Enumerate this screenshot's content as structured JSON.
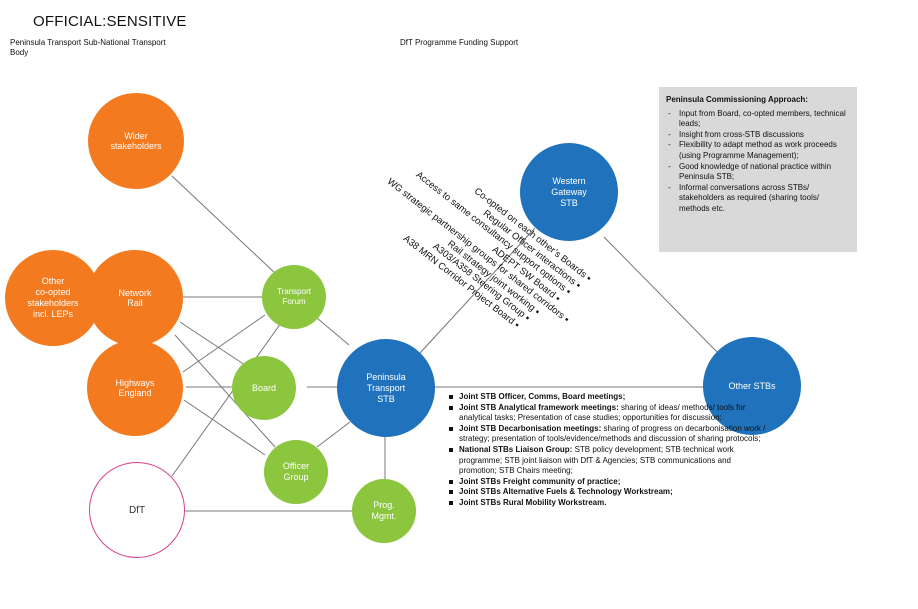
{
  "header": {
    "classification": "OFFICIAL:SENSITIVE",
    "left_title": "Peninsula Transport Sub-National Transport Body",
    "center_title": "DfT Programme Funding Support"
  },
  "nodes": {
    "wider_stakeholders": "Wider\nstakeholders",
    "other_coopted": "Other\nco-opted\nstakeholders\nincl. LEPs",
    "network_rail": "Network\nRail",
    "highways_england": "Highways\nEngland",
    "dft": "DfT",
    "transport_forum": "Transport\nForum",
    "board": "Board",
    "officer_group": "Officer\nGroup",
    "prog_mgmt": "Prog.\nMgmt.",
    "peninsula_transport_stb": "Peninsula\nTransport\nSTB",
    "western_gateway_stb": "Western\nGateway\nSTB",
    "other_stbs": "Other STBs"
  },
  "western_gateway_links": [
    "Co-opted on each other’s Boards ▪",
    "Regular Officer interactions ▪",
    "Access to same consultancy support options ▪",
    "ADEPT SW Board ▪",
    "WG strategic partnership groups for shared corridors ▪",
    "Rail strategy joint working ▪",
    "A303/A358 Steering Group ▪",
    "A38 MRN Corridor Project Board ▪"
  ],
  "approach": {
    "title": "Peninsula Commissioning Approach:",
    "items": [
      "Input from Board, co-opted members, technical leads;",
      "Insight from cross-STB discussions",
      "Flexibility to adapt method as work proceeds (using Programme Management);",
      "Good knowledge of national practice within Peninsula STB;",
      "Informal conversations across STBs/ stakeholders as required (sharing tools/ methods etc."
    ]
  },
  "activities": [
    {
      "bold": "Joint STB Officer, Comms, Board meetings;",
      "text": ""
    },
    {
      "bold": "Joint STB Analytical framework meetings:",
      "text": " sharing of ideas/ methods/ tools for analytical tasks; Presentation of case studies; opportunities for discussion;"
    },
    {
      "bold": "Joint STB Decarbonisation meetings:",
      "text": " sharing of progress on decarbonisation work / strategy; presentation of tools/evidence/methods and discussion of sharing protocols;"
    },
    {
      "bold": "National STBs Liaison Group:",
      "text": " STB policy development; STB technical work programme; STB joint liaison with DfT & Agencies; STB communications and promotion; STB Chairs meeting;"
    },
    {
      "bold": "Joint STBs Freight community of practice;",
      "text": ""
    },
    {
      "bold": "Joint STBs Alternative Fuels & Technology Workstream;",
      "text": ""
    },
    {
      "bold": "Joint STBs Rural Mobility Workstream.",
      "text": ""
    }
  ],
  "colors": {
    "orange": "#f47a20",
    "green": "#8cc63f",
    "blue": "#1f72bb",
    "dft_outline": "#d93f8b",
    "line": "#777777",
    "panel": "#d9d9d9"
  }
}
